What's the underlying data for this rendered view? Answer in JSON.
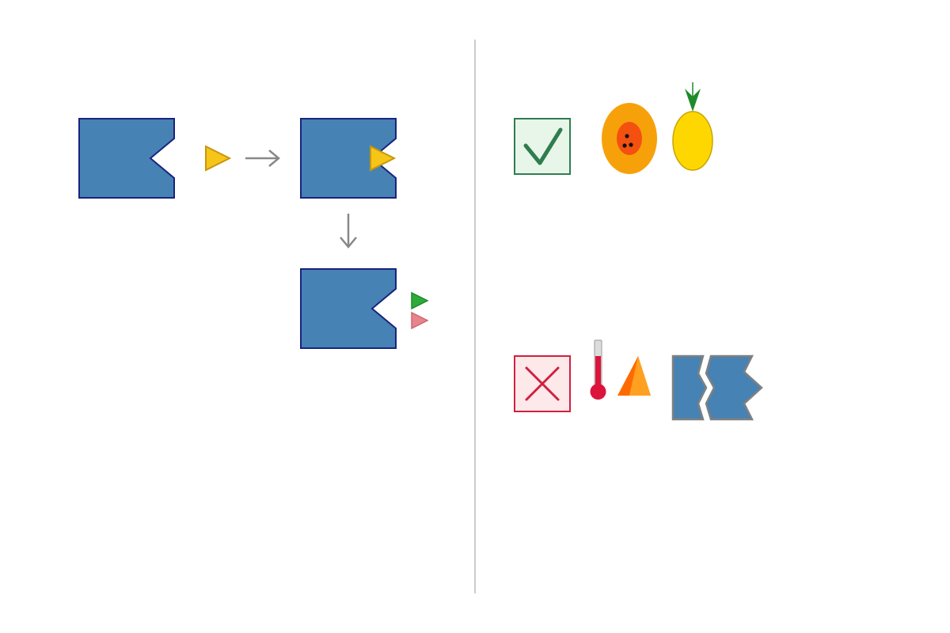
{
  "diagram": {
    "left_panel": {
      "sequence": [
        "enzyme-with-empty-active-site",
        "substrate",
        "enzyme-substrate-complex",
        "enzyme-with-products-released"
      ],
      "arrows": [
        "right-arrow",
        "down-arrow"
      ],
      "products": [
        "product-green",
        "product-pink"
      ]
    },
    "right_panel": {
      "valid_row": {
        "marker": "checkmark-icon",
        "items": [
          "orange-with-seeds-icon",
          "lemon-with-leaf-icon"
        ]
      },
      "invalid_row": {
        "marker": "cross-icon",
        "items": [
          "thermometer-icon",
          "flame-icon",
          "broken-enzyme-icon"
        ]
      }
    }
  },
  "colors": {
    "enzyme_fill": "#4682b4",
    "enzyme_stroke": "#1a237e",
    "substrate_fill": "#f5c518",
    "substrate_stroke": "#c8960c",
    "arrow": "#888888",
    "divider": "#cccccc",
    "product_green": "#2eaa3a",
    "product_pink": "#e8828c",
    "check_fill": "#e8f5e9",
    "check_stroke": "#2e7d4f",
    "cross_fill": "#fde8ea",
    "cross_stroke": "#d02040",
    "orange_outer": "#f7a10a",
    "orange_inner": "#f45010",
    "lemon": "#ffd700",
    "leaf": "#1e8a2a",
    "thermo_red": "#dc143c",
    "flame_outer": "#ff6a00",
    "flame_inner": "#ffa020",
    "broken_stroke": "#808080"
  }
}
